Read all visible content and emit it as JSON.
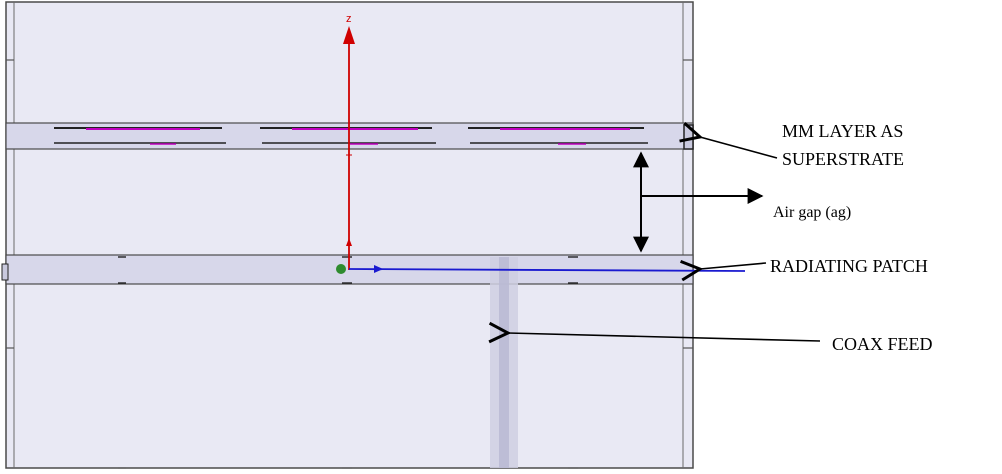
{
  "labels": {
    "superstrate_line1": "MM LAYER  AS",
    "superstrate_line2": "SUPERSTRATE",
    "air_gap": "Air gap (ag)",
    "radiating_patch": "RADIATING PATCH",
    "coax_feed": "COAX FEED",
    "axis_z": "z"
  },
  "colors": {
    "background": "#ffffff",
    "model_fill": "#e9e9f4",
    "layer_fill": "#d7d7ea",
    "coax_fill": "#cfcfe2",
    "outline": "#4a4a4a",
    "axis_z": "#d00000",
    "axis_x": "#1a1ad0",
    "mm_cell_highlight": "#c000c0",
    "port_marker": "#2e8b2e"
  }
}
